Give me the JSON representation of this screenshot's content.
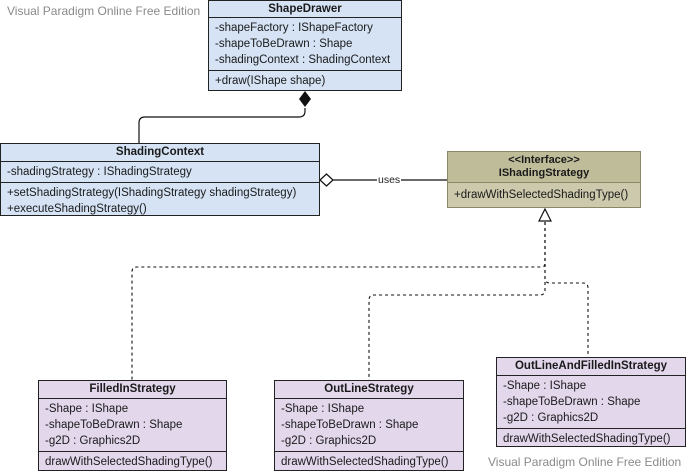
{
  "watermarks": {
    "top": "Visual Paradigm Online Free Edition",
    "bottom": "Visual Paradigm Online Free Edition"
  },
  "colors": {
    "class_blue": "#d5e3f5",
    "class_purple": "#e3d7ec",
    "interface_olive": "#ccc9ad"
  },
  "classes": {
    "shape_drawer": {
      "name": "ShapeDrawer",
      "attributes": [
        "-shapeFactory : IShapeFactory",
        "-shapeToBeDrawn : Shape",
        "-shadingContext : ShadingContext"
      ],
      "methods": [
        "+draw(IShape shape)"
      ]
    },
    "shading_context": {
      "name": "ShadingContext",
      "attributes": [
        "-shadingStrategy : IShadingStrategy"
      ],
      "methods": [
        "+setShadingStrategy(IShadingStrategy shadingStrategy)",
        "+executeShadingStrategy()"
      ]
    },
    "ishading_strategy": {
      "stereotype": "<<Interface>>",
      "name": "IShadingStrategy",
      "methods": [
        "+drawWithSelectedShadingType()"
      ]
    },
    "filled_in": {
      "name": "FilledInStrategy",
      "attributes": [
        "-Shape : IShape",
        "-shapeToBeDrawn : Shape",
        "-g2D : Graphics2D"
      ],
      "methods": [
        "drawWithSelectedShadingType()"
      ]
    },
    "outline": {
      "name": "OutLineStrategy",
      "attributes": [
        "-Shape : IShape",
        "-shapeToBeDrawn : Shape",
        "-g2D : Graphics2D"
      ],
      "methods": [
        "drawWithSelectedShadingType()"
      ]
    },
    "outline_filled": {
      "name": "OutLineAndFilledInStrategy",
      "attributes": [
        "-Shape : IShape",
        "-shapeToBeDrawn : Shape",
        "-g2D : Graphics2D"
      ],
      "methods": [
        "drawWithSelectedShadingType()"
      ]
    }
  },
  "relations": {
    "uses_label": "uses"
  }
}
